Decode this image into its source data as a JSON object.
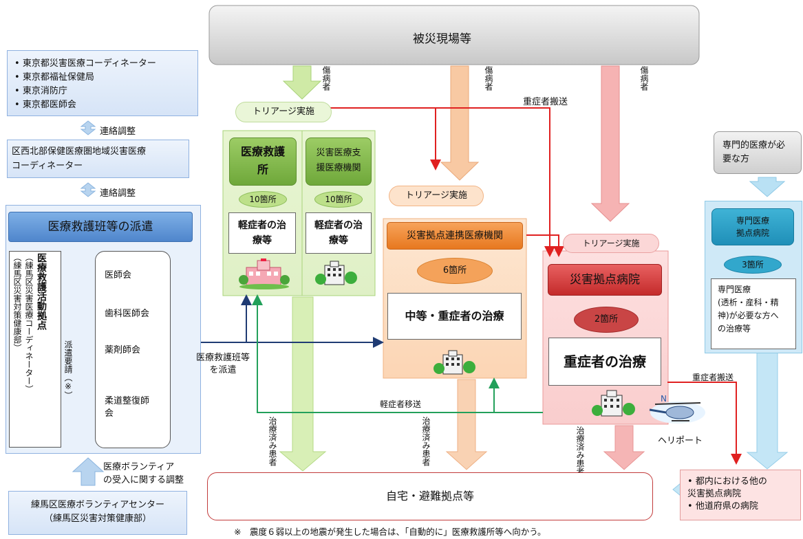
{
  "top": {
    "label": "被災現場等"
  },
  "left": {
    "agencies": [
      "東京都災害医療コーディネーター",
      "東京都福祉保健局",
      "東京消防庁",
      "東京都医師会"
    ],
    "liaison1": "連絡調整",
    "coordinator": "区西北部保健医療圏地域災害医療\nコーディネーター",
    "liaison2": "連絡調整",
    "dispatch_header": "医療救護班等の派遣",
    "hq_title": "医療救護活動拠点",
    "hq_sub": "（練馬区災害医療コーディネーター）",
    "hq_sub2": "（練馬区災害対策健康部）",
    "request": "派遣要請（※）",
    "associations": [
      "医師会",
      "歯科医師会",
      "薬剤師会",
      "柔道整復師\n会"
    ],
    "volunteer_adjust": "医療ボランティア\nの受入に関する調整",
    "volunteer_center": "練馬区医療ボランティアセンター\n（練馬区災害対策健康部）"
  },
  "injured_label": "傷病者",
  "triage_label": "トリアージ実施",
  "severe_transport": "重症者搬送",
  "aid_station": {
    "title": "医療救護\n所",
    "count": "10箇所",
    "treatment": "軽症者の治\n療等"
  },
  "support": {
    "title": "災害医療支\n援医療機関",
    "count": "10箇所",
    "treatment": "軽症者の治\n療等"
  },
  "partner": {
    "title": "災害拠点連携医療機関",
    "count": "6箇所",
    "treatment": "中等・重症者の治療"
  },
  "base": {
    "title": "災害拠点病院",
    "count": "2箇所",
    "treatment": "重症者の治療",
    "heliport": "ヘリポート"
  },
  "specialist_need": "専門的医療が必\n要な方",
  "specialist": {
    "title": "専門医療\n拠点病院",
    "count": "3箇所",
    "treatment": "専門医療\n(透析・産科・精\n神)が必要な方へ\nの治療等"
  },
  "dispatch_teams": "医療救護班等\nを派遣",
  "light_transfer": "軽症者移送",
  "treated_patients": "治療済み患者",
  "home": "自宅・避難拠点等",
  "other_hospitals": [
    "都内における他の\n災害拠点病院",
    "他道府県の病院"
  ],
  "footnote": "※　震度６弱以上の地震が発生した場合は、「自動的に」医療救護所等へ向かう。"
}
